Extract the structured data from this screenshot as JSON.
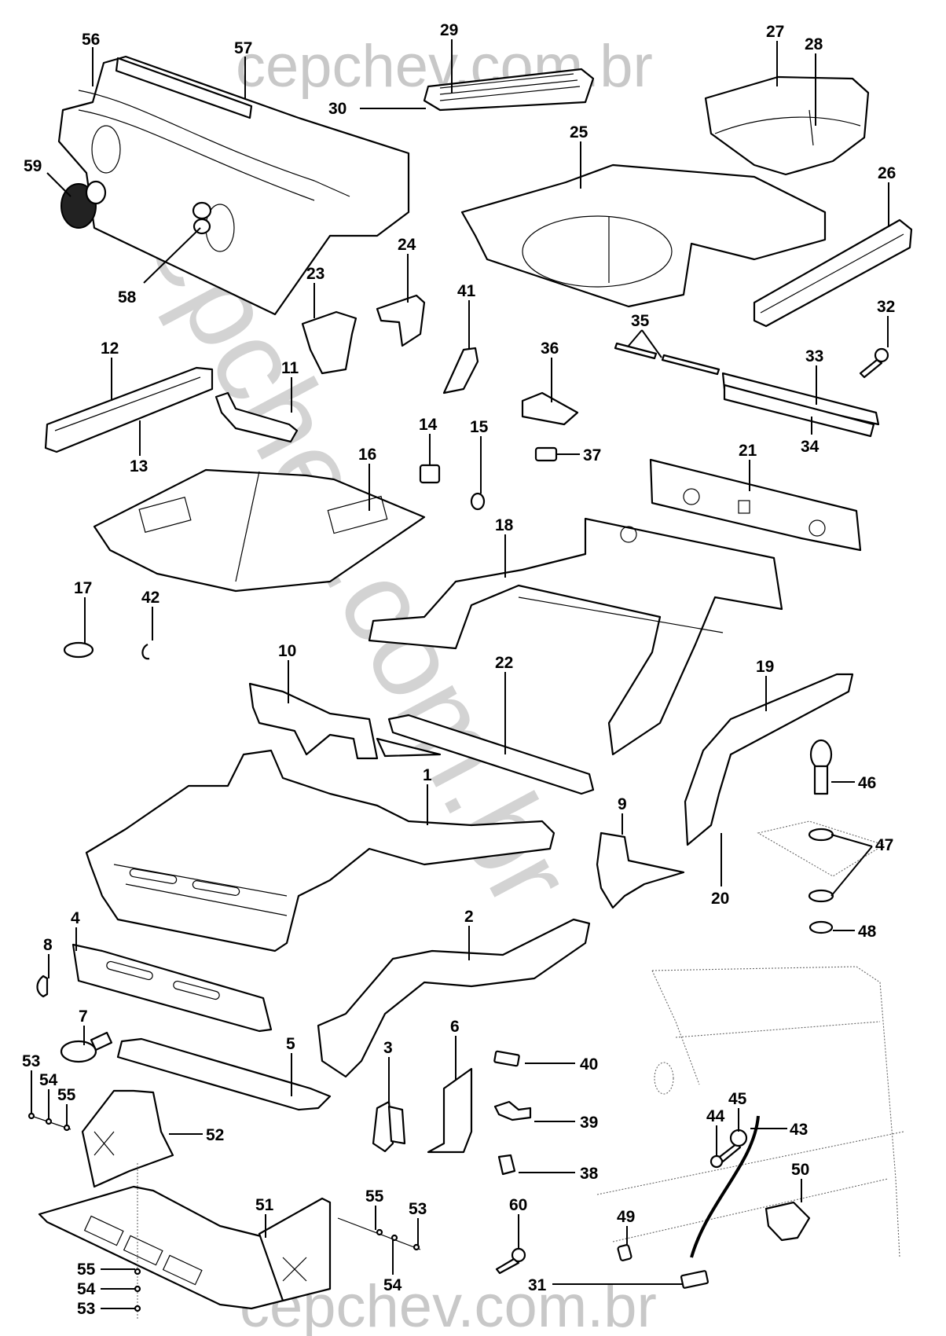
{
  "watermarks": {
    "top": "cepchev.com.br",
    "diagonal": "cepchev.com.br",
    "bottom": "cepchev.com.br"
  },
  "callouts": {
    "c1": "1",
    "c2": "2",
    "c3": "3",
    "c4": "4",
    "c5": "5",
    "c6": "6",
    "c7": "7",
    "c8": "8",
    "c9": "9",
    "c10": "10",
    "c11": "11",
    "c12": "12",
    "c13": "13",
    "c14": "14",
    "c15": "15",
    "c16": "16",
    "c17": "17",
    "c18": "18",
    "c19": "19",
    "c20": "20",
    "c21": "21",
    "c22": "22",
    "c23": "23",
    "c24": "24",
    "c25": "25",
    "c26": "26",
    "c27": "27",
    "c28": "28",
    "c29": "29",
    "c30": "30",
    "c31": "31",
    "c32": "32",
    "c33": "33",
    "c34": "34",
    "c35": "35",
    "c36": "36",
    "c37": "37",
    "c38": "38",
    "c39": "39",
    "c40": "40",
    "c41": "41",
    "c42": "42",
    "c43": "43",
    "c44": "44",
    "c45": "45",
    "c46": "46",
    "c47": "47",
    "c48": "48",
    "c49": "49",
    "c50": "50",
    "c51": "51",
    "c52": "52",
    "c53a": "53",
    "c53b": "53",
    "c53c": "53",
    "c54a": "54",
    "c54b": "54",
    "c54c": "54",
    "c55a": "55",
    "c55b": "55",
    "c55c": "55",
    "c56": "56",
    "c57": "57",
    "c58": "58",
    "c59": "59",
    "c60": "60"
  }
}
